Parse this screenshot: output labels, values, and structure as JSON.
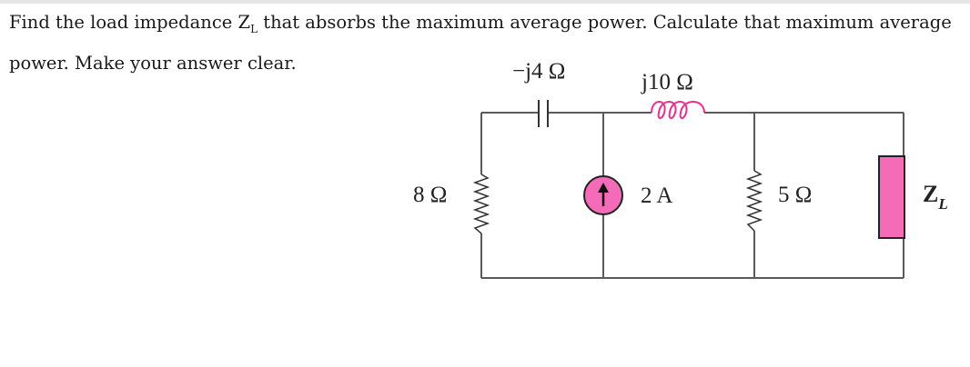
{
  "problem": {
    "text_before_sub": "Find the load impedance Z",
    "subscript": "L",
    "text_after_sub": " that absorbs the maximum average power. Calculate that maximum average power. Make your answer clear."
  },
  "circuit": {
    "capacitor_label": "−j4 Ω",
    "inductor_label": "j10 Ω",
    "resistor_left_label": "8 Ω",
    "current_source_label": "2 A",
    "resistor_right_label": "5 Ω",
    "load_label": "Z",
    "load_subscript": "L",
    "colors": {
      "wire": "#5a5a5a",
      "inductor": "#e8308c",
      "component_fill": "#f46bb7",
      "component_stroke": "#222222"
    }
  }
}
